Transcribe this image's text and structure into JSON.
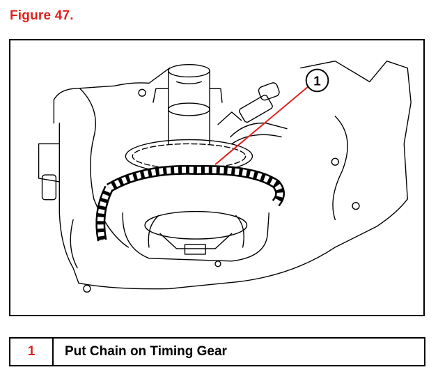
{
  "figure": {
    "title": "Figure 47.",
    "callout_number": "1",
    "accent_color": "#e0201c"
  },
  "legend": {
    "rows": [
      {
        "number": "1",
        "description": "Put Chain on Timing Gear"
      }
    ]
  }
}
